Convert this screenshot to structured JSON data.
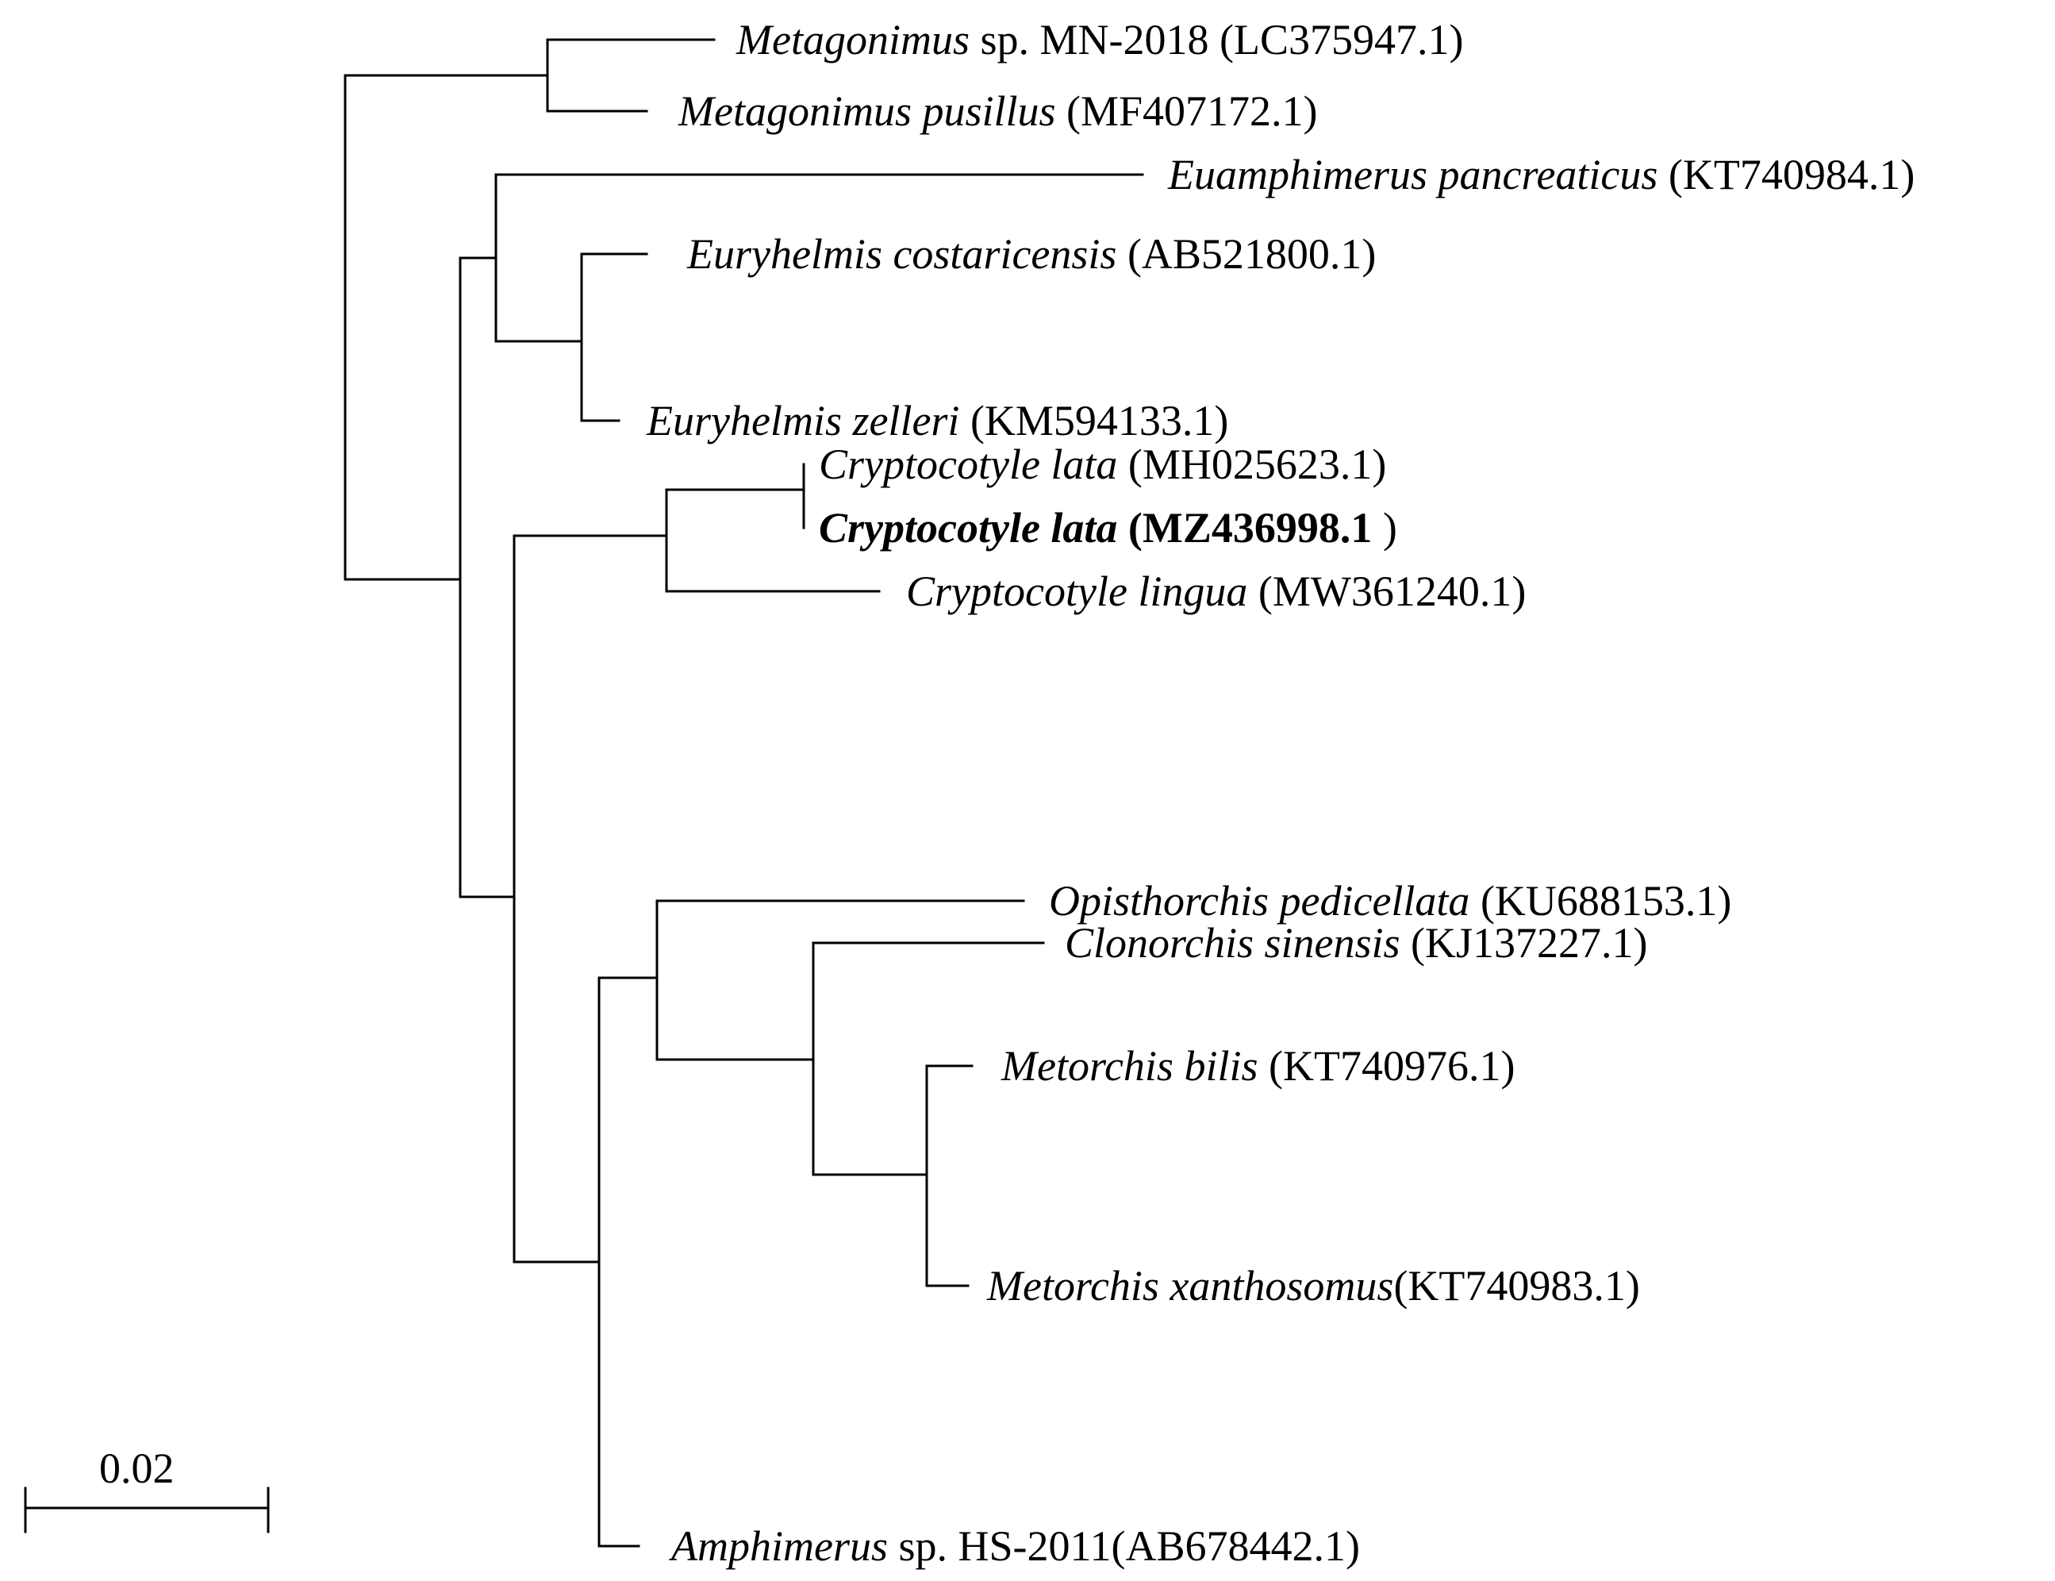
{
  "tree": {
    "line_color": "#000000",
    "background": "#ffffff",
    "taxa": [
      {
        "id": "t1",
        "genus": "Metagonimus",
        "qualifier": "sp. MN-2018",
        "accession": "(LC375947.1)",
        "bold": false
      },
      {
        "id": "t2",
        "genus": "Metagonimus pusillus",
        "qualifier": "",
        "accession": "(MF407172.1)",
        "bold": false
      },
      {
        "id": "t3",
        "genus": "Euamphimerus pancreaticus",
        "qualifier": "",
        "accession": "(KT740984.1)",
        "bold": false
      },
      {
        "id": "t4",
        "genus": "Euryhelmis costaricensis",
        "qualifier": "",
        "accession": "(AB521800.1)",
        "bold": false
      },
      {
        "id": "t5",
        "genus": "Euryhelmis zelleri",
        "qualifier": "",
        "accession": "(KM594133.1)",
        "bold": false
      },
      {
        "id": "t6",
        "genus": "Cryptocotyle lata",
        "qualifier": "",
        "accession": "(MH025623.1)",
        "bold": false
      },
      {
        "id": "t7",
        "genus": "Cryptocotyle lata",
        "qualifier": "",
        "accession": "(MZ436998.1",
        "suffix": " )",
        "bold": true
      },
      {
        "id": "t8",
        "genus": "Cryptocotyle lingua",
        "qualifier": "",
        "accession": "(MW361240.1)",
        "bold": false
      },
      {
        "id": "t9",
        "genus": "Opisthorchis pedicellata",
        "qualifier": "",
        "accession": "(KU688153.1)",
        "bold": false
      },
      {
        "id": "t10",
        "genus": "Clonorchis sinensis",
        "qualifier": "",
        "accession": "(KJ137227.1)",
        "bold": false
      },
      {
        "id": "t11",
        "genus": "Metorchis bilis",
        "qualifier": "",
        "accession": "(KT740976.1)",
        "bold": false
      },
      {
        "id": "t12",
        "genus": "Metorchis xanthosomus",
        "qualifier": "",
        "accession": "(KT740983.1)",
        "bold": false
      },
      {
        "id": "t13",
        "genus": "Amphimerus",
        "qualifier": "sp. HS-2011",
        "accession": "(AB678442.1)",
        "bold": false
      }
    ],
    "scale_bar": {
      "label": "0.02"
    }
  }
}
